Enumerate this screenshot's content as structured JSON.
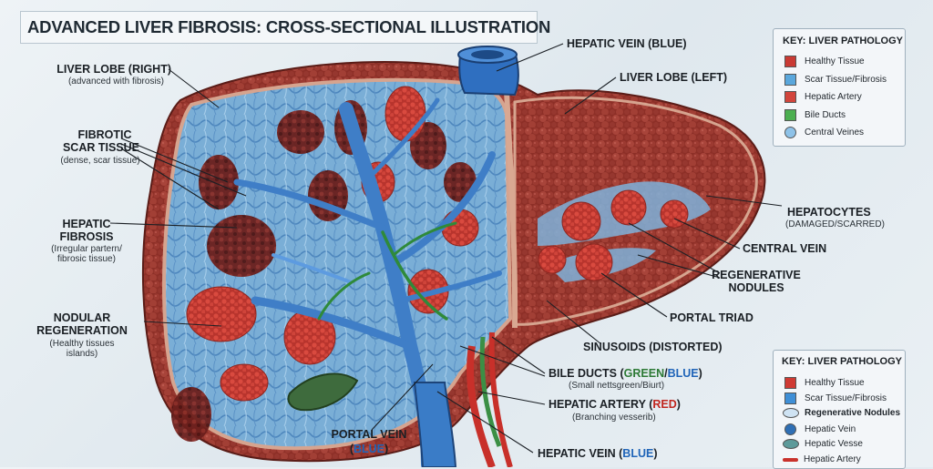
{
  "title": "ADVANCED LIVER FIBROSIS: CROSS-SECTIONAL ILLUSTRATION",
  "labels": {
    "liver_lobe_right": {
      "title": "LIVER LOBE (RIGHT)",
      "sub": "(advanced with fibrosis)"
    },
    "fibrotic_scar": {
      "title_1": "FIBROTIC",
      "title_2": "SCAR TISSUE",
      "sub": "(dense, scar tissue)"
    },
    "hepatic_fibrosis": {
      "title_1": "HEPATIC",
      "title_2": "FIBROSIS",
      "sub_1": "(Irregular partern/",
      "sub_2": "fibrosic tissue)"
    },
    "nodular_regeneration": {
      "title_1": "NODULAR",
      "title_2": "REGENERATION",
      "sub_1": "(Healthy tissues",
      "sub_2": "islands)"
    },
    "hepatic_vein_top": "HEPATIC VEIN (BLUE)",
    "liver_lobe_left": "LIVER LOBE (LEFT)",
    "hepatocytes": {
      "title": "HEPATOCYTES",
      "sub": "(DAMAGED/SCARRED)"
    },
    "central_vein": "CENTRAL VEIN",
    "regenerative_nodules": {
      "title_1": "REGENERATIVE",
      "title_2": "NODULES"
    },
    "portal_triad": "PORTAL TRIAD",
    "sinusoids": "SINUSOIDS (DISTORTED)",
    "bile_ducts": {
      "prefix": "BILE DUCTS (",
      "green": "GREEN",
      "slash": "/",
      "blue": "BLUE",
      "suffix": ")",
      "sub": "(Small nettsgreen/Biurt)"
    },
    "hepatic_artery": {
      "prefix": "HEPATIC ARTERY (",
      "red": "RED",
      "suffix": ")",
      "sub": "(Branching vesserib)"
    },
    "portal_vein": {
      "title_1": "PORTAL VEIN",
      "open": "(",
      "blue": "BLUE",
      "close": ")"
    },
    "hepatic_vein_bottom": {
      "prefix": "HEPATIC VEIN (",
      "blue": "BLUE",
      "suffix": ")"
    }
  },
  "key_top": {
    "title": "KEY: LIVER PATHOLOGY",
    "items": [
      {
        "label": "Healthy Tissue",
        "color": "#c93a34",
        "shape": "square"
      },
      {
        "label": "Scar Tissue/Fibrosis",
        "color": "#5aa7dc",
        "shape": "square"
      },
      {
        "label": "Hepatic Artery",
        "color": "#d2453c",
        "shape": "square"
      },
      {
        "label": "Bile Ducts",
        "color": "#4caf50",
        "shape": "square"
      },
      {
        "label": "Central Veines",
        "color": "#8ec2e8",
        "shape": "circle"
      }
    ]
  },
  "key_bottom": {
    "title": "KEY: LIVER PATHOLOGY",
    "items": [
      {
        "label": "Healthy Tissue",
        "color": "#cf3a33",
        "shape": "square"
      },
      {
        "label": "Scar Tissue/Fibrosis",
        "color": "#3f8fd6",
        "shape": "square"
      },
      {
        "label": "Regenerative Nodules",
        "color": "#cfe3f3",
        "shape": "oval"
      },
      {
        "label": "Hepatic Vein",
        "color": "#2f6fb5",
        "shape": "circle"
      },
      {
        "label": "Hepatic Vesse",
        "color": "#5d9a9a",
        "shape": "oval"
      },
      {
        "label": "Hepatic Artery",
        "color": "#c9322c",
        "shape": "line"
      }
    ]
  }
}
